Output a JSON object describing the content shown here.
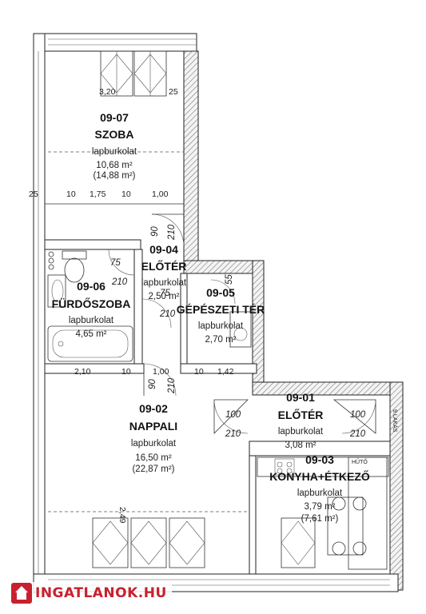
{
  "rooms": [
    {
      "code": "09-07",
      "name": "SZOBA",
      "floor": "lapburkolat",
      "area": "10,68 m²",
      "gross": "(14,88 m²)"
    },
    {
      "code": "09-04",
      "name": "ELŐTÉR",
      "floor": "lapburkolat",
      "area": "2,50 m²"
    },
    {
      "code": "09-06",
      "name": "FÜRDŐSZOBA",
      "floor": "lapburkolat",
      "area": "4,65 m²"
    },
    {
      "code": "09-05",
      "name": "GÉPÉSZETI TÉR",
      "floor": "lapburkolat",
      "area": "2,70 m²"
    },
    {
      "code": "09-02",
      "name": "NAPPALI",
      "floor": "lapburkolat",
      "area": "16,50 m²",
      "gross": "(22,87 m²)"
    },
    {
      "code": "09-01",
      "name": "ELŐTÉR",
      "floor": "lapburkolat",
      "area": "3,08 m²"
    },
    {
      "code": "09-03",
      "name": "KONYHA+ÉTKEZŐ",
      "floor": "lapburkolat",
      "area": "3,79 m²",
      "gross": "(7,61 m²)"
    }
  ],
  "dimensions": {
    "top_320": "3,20",
    "top_25": "25",
    "left_25": "25",
    "d10a": "10",
    "d175": "1,75",
    "d10b": "10",
    "d100": "1,00",
    "d210a": "2,10",
    "d10c": "10",
    "d100b": "1,00",
    "d10d": "10",
    "d142": "1,42",
    "v249": "2,49"
  },
  "doors": {
    "d90a": "90",
    "d210a": "210",
    "d75a": "75",
    "d210b": "210",
    "d75b": "75",
    "d210c": "210",
    "d90b": "90",
    "d210d": "210",
    "d100a": "100",
    "d210e": "210",
    "d100b": "100",
    "d210f": "210",
    "d55": "55"
  },
  "labels": {
    "fridge": "HŰTŐ",
    "apartment": "9.LAKÁS"
  },
  "watermark": "INGATLANOK.HU",
  "colors": {
    "watermark": "#c8202f",
    "wall_hatch": "#777777"
  }
}
